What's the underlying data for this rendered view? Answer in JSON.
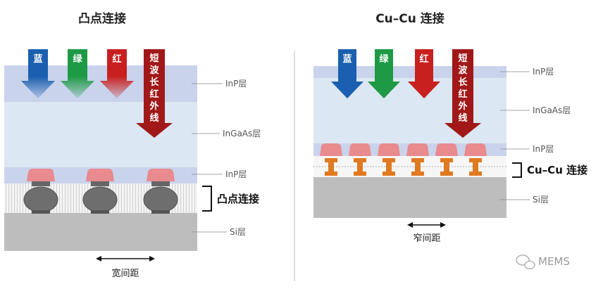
{
  "left": {
    "title": "凸点连接",
    "arrows": [
      "蓝",
      "绿",
      "红"
    ],
    "swir_chars": [
      "短",
      "波",
      "长",
      "红",
      "外",
      "线"
    ],
    "layer_labels": {
      "inp_top": "InP层",
      "ingaas": "InGaAs层",
      "inp_bottom": "InP层",
      "si": "Si层"
    },
    "bracket_label": "凸点连接",
    "pitch_label": "宽间距"
  },
  "right": {
    "title": "Cu–Cu 连接",
    "arrows": [
      "蓝",
      "绿",
      "红"
    ],
    "swir_chars": [
      "短",
      "波",
      "长",
      "红",
      "外",
      "线"
    ],
    "layer_labels": {
      "inp_top": "InP层",
      "ingaas": "InGaAs层",
      "inp_bottom": "InP层",
      "si": "Si层"
    },
    "bracket_label": "Cu–Cu 连接",
    "pitch_label": "窄间距"
  },
  "watermark": "MEMS",
  "colors": {
    "blue": "#1a5fb0",
    "green": "#1e9a45",
    "red": "#c8201f",
    "darkred": "#a01818",
    "inp": "#c9d3ec",
    "ingaas": "#dbe7f2",
    "si": "#bdbdbd",
    "bump_top": "#e88a8e",
    "copper": "#e07a20"
  }
}
